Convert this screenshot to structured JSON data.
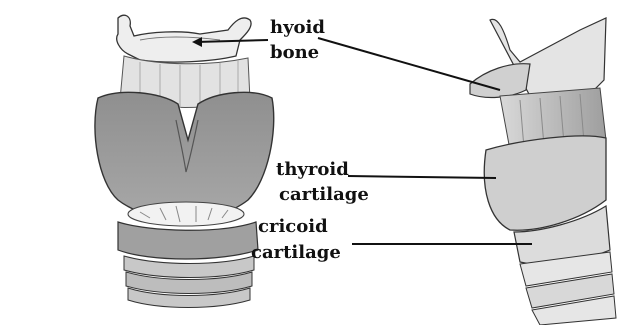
{
  "labels": {
    "hyoid_line1": "hyoid",
    "hyoid_line2": "bone",
    "thyroid_line1": "thyroid",
    "thyroid_line2": "cartilage",
    "cricoid_line1": "cricoid",
    "cricoid_line2": "cartilage"
  },
  "colors": {
    "background": "#ffffff",
    "tissue_shade": "#9a9a9a",
    "tissue_light": "#d6d6d6",
    "ink": "#111111"
  }
}
